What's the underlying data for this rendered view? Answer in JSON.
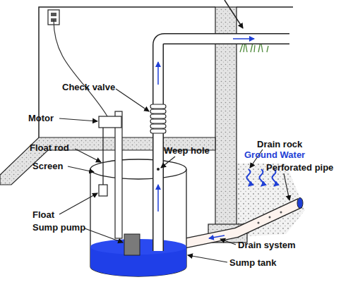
{
  "diagram": {
    "labels": [
      "Check valve",
      "Motor",
      "Float rod",
      "Weep hole",
      "Screen",
      "Float",
      "Sump pump",
      "Sump tank",
      "Drain system",
      "Drain rock",
      "Ground Water",
      "Perforated pipe"
    ]
  }
}
